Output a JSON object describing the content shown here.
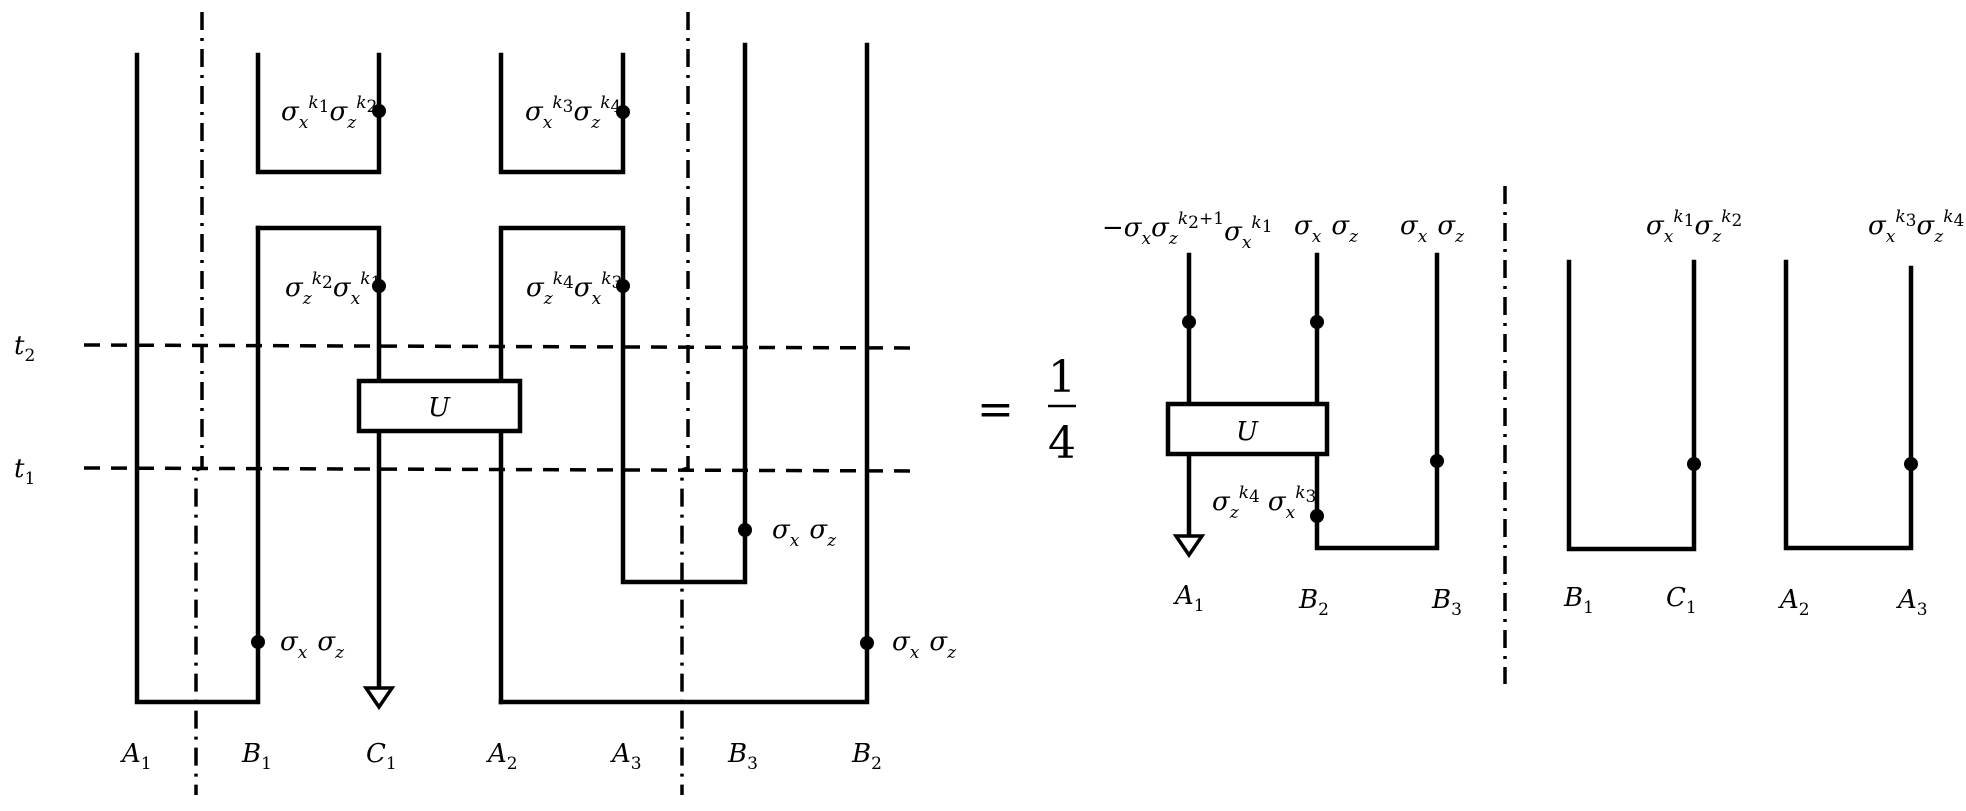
{
  "left": {
    "wire_labels": [
      {
        "id": "A1",
        "base": "A",
        "sub": "1"
      },
      {
        "id": "B1",
        "base": "B",
        "sub": "1"
      },
      {
        "id": "C1",
        "base": "C",
        "sub": "1"
      },
      {
        "id": "A2",
        "base": "A",
        "sub": "2"
      },
      {
        "id": "A3",
        "base": "A",
        "sub": "3"
      },
      {
        "id": "B3",
        "base": "B",
        "sub": "3"
      },
      {
        "id": "B2",
        "base": "B",
        "sub": "2"
      }
    ],
    "time_labels": [
      {
        "base": "t",
        "sub": "2"
      },
      {
        "base": "t",
        "sub": "1"
      }
    ],
    "gate": "U",
    "ops": {
      "top1": [
        "σ",
        "x",
        "k",
        "1",
        "σ",
        "z",
        "k",
        "2"
      ],
      "top2": [
        "σ",
        "x",
        "k",
        "3",
        "σ",
        "z",
        "k",
        "4"
      ],
      "mid1": [
        "σ",
        "z",
        "k",
        "2",
        "σ",
        "x",
        "k",
        "1"
      ],
      "mid2": [
        "σ",
        "z",
        "k",
        "4",
        "σ",
        "x",
        "k",
        "3"
      ],
      "b3": [
        "σ",
        "x",
        "σ",
        "z"
      ],
      "b1": [
        "σ",
        "x",
        "σ",
        "z"
      ],
      "b2": [
        "σ",
        "x",
        "σ",
        "z"
      ]
    }
  },
  "equals": "=",
  "fraction": {
    "numerator": "1",
    "denominator": "4"
  },
  "right": {
    "gate": "U",
    "wire_labels": [
      {
        "id": "A1",
        "base": "A",
        "sub": "1"
      },
      {
        "id": "B2",
        "base": "B",
        "sub": "2"
      },
      {
        "id": "B3",
        "base": "B",
        "sub": "3"
      },
      {
        "id": "B1",
        "base": "B",
        "sub": "1"
      },
      {
        "id": "C1",
        "base": "C",
        "sub": "1"
      },
      {
        "id": "A2",
        "base": "A",
        "sub": "2"
      },
      {
        "id": "A3",
        "base": "A",
        "sub": "3"
      }
    ],
    "ops": {
      "a1_minus": "−",
      "a1": [
        "σ",
        "x",
        "σ",
        "z",
        "k",
        "2",
        "+1",
        "σ",
        "x",
        "k",
        "1"
      ],
      "b2_top": [
        "σ",
        "x",
        "σ",
        "z"
      ],
      "b3_top": [
        "σ",
        "x",
        "σ",
        "z"
      ],
      "b2_low": [
        "σ",
        "z",
        "k",
        "4",
        "σ",
        "x",
        "k",
        "3"
      ],
      "c1_top": [
        "σ",
        "x",
        "k",
        "1",
        "σ",
        "z",
        "k",
        "2"
      ],
      "a3_top": [
        "σ",
        "x",
        "k",
        "3",
        "σ",
        "z",
        "k",
        "4"
      ]
    }
  }
}
